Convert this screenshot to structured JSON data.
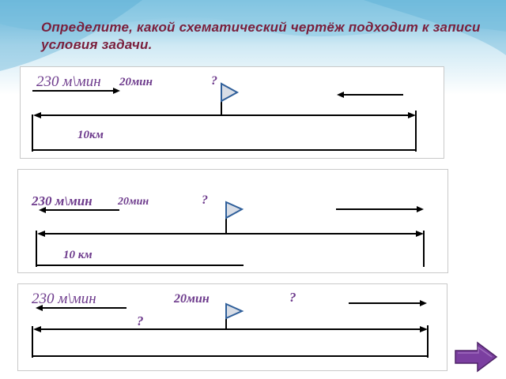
{
  "title": "Определите, какой схематический чертёж подходит к записи условия задачи.",
  "colors": {
    "title": "#7a1f3c",
    "label": "#6d3a8c",
    "flag_fill": "#d8dde6",
    "flag_stroke": "#2f5f9a",
    "next_button": "#7b3fa0",
    "background_top": "#7fc3e0"
  },
  "diagrams": [
    {
      "speed": "230 м\\мин",
      "time": "20мин",
      "question": "?",
      "distance": "10км"
    },
    {
      "speed": "230 м\\мин",
      "time": "20мин",
      "question": "?",
      "distance": "10 км"
    },
    {
      "speed": "230 м\\мин",
      "time": "20мин",
      "question": "?",
      "distance": "?"
    }
  ],
  "nav": {
    "next_icon": "right-arrow-icon"
  }
}
